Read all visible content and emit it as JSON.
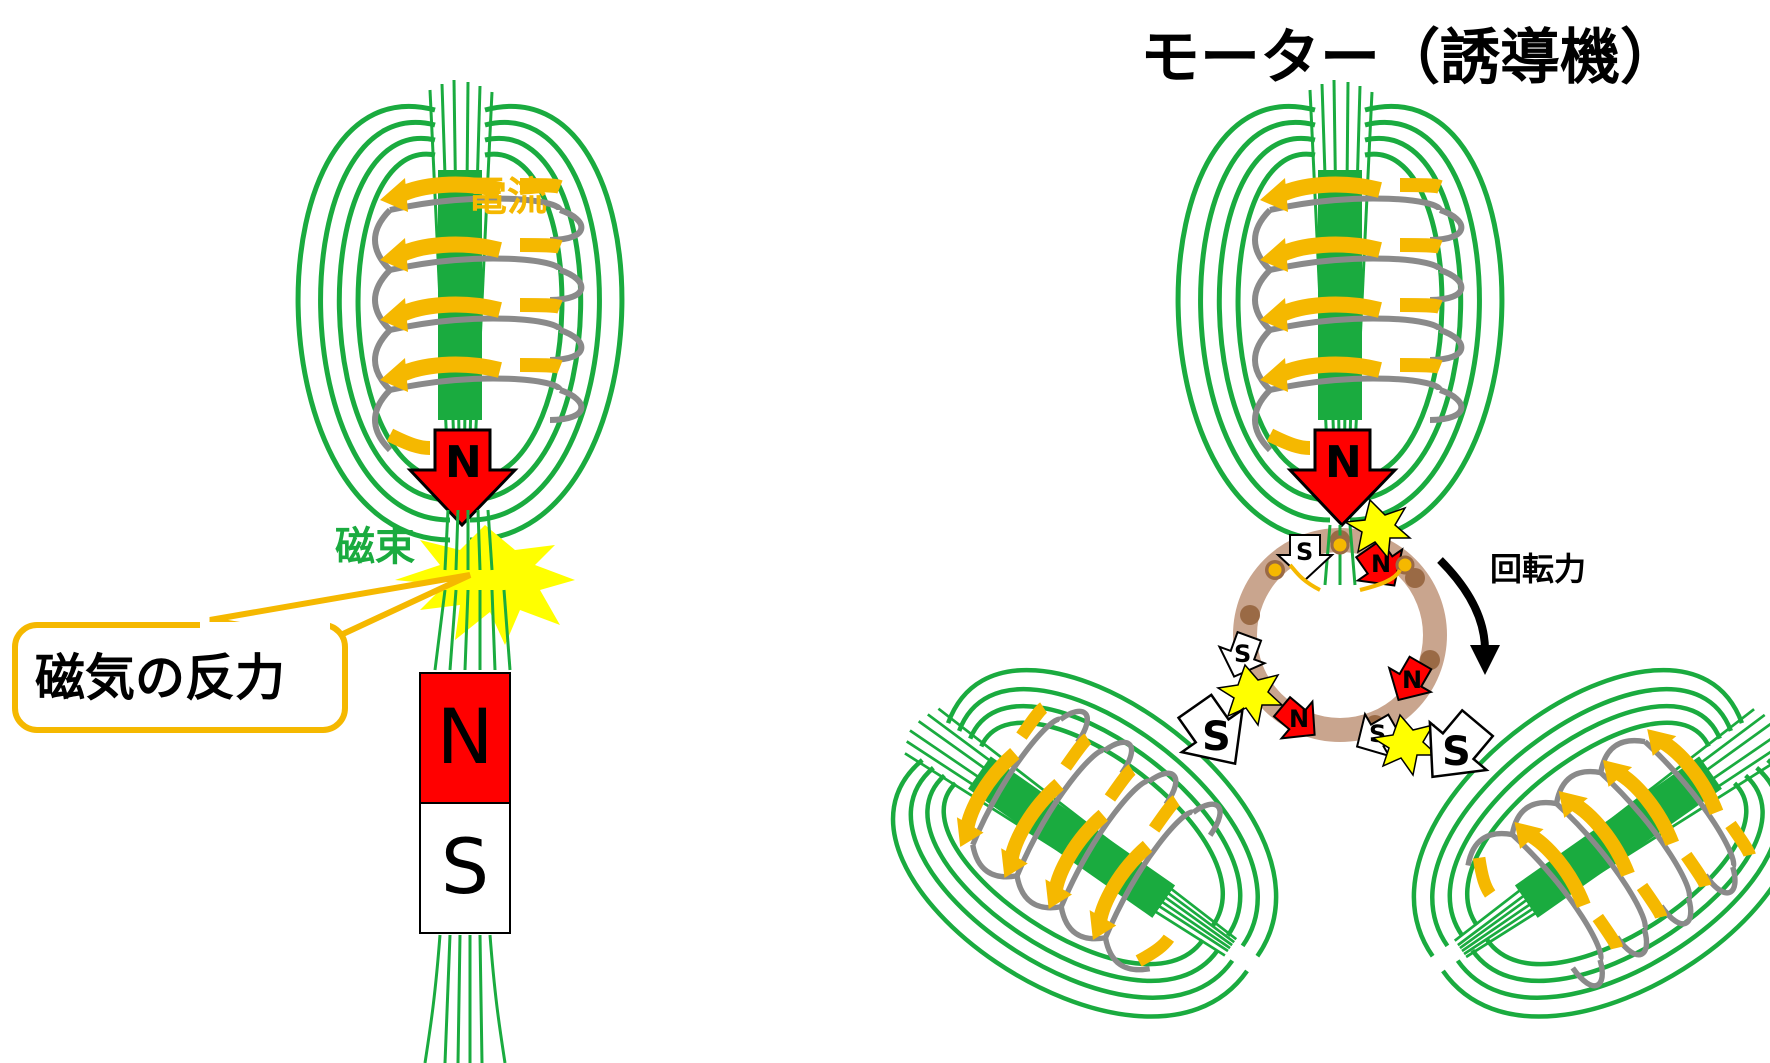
{
  "title": "モーター（誘導機）",
  "left": {
    "current_label": "電流",
    "flux_label": "磁束",
    "callout": "磁気の反力",
    "coil_arrow_label": "N",
    "magnet_top": "N",
    "magnet_bottom": "S"
  },
  "right": {
    "rotation_label": "回転力",
    "top_arrow_label": "N",
    "rotor_poles": [
      "S",
      "N",
      "S",
      "N",
      "S",
      "N"
    ],
    "stator_poles": [
      "S",
      "S"
    ]
  },
  "colors": {
    "flux_green": "#1aab3f",
    "current_orange": "#f5b800",
    "coil_gray": "#8a8a8a",
    "north_red": "#ff0000",
    "spark_yellow": "#ffff00",
    "rotor_tan": "#c9a58e",
    "rotor_dot": "#9a6a45"
  }
}
